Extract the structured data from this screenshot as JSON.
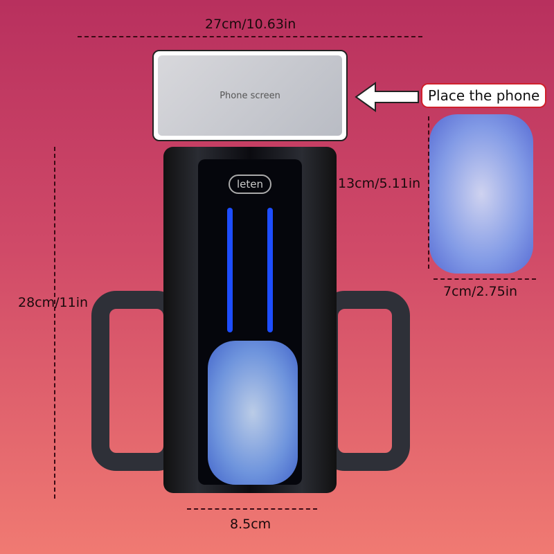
{
  "dimensions": {
    "top_width": "27cm/10.63in",
    "phone_holder_height": "13cm/5.11in",
    "sleeve_width": "7cm/2.75in",
    "total_height": "28cm/11in",
    "base_width": "8.5cm"
  },
  "callout": {
    "label": "Place the phone"
  },
  "phone": {
    "placeholder": "Phone screen"
  },
  "device": {
    "brand_logo": "leten"
  },
  "colors": {
    "background_top": "#b8305e",
    "background_bottom": "#f07a72",
    "callout_border": "#d0202c",
    "accent_blue": "#1d4dff"
  }
}
